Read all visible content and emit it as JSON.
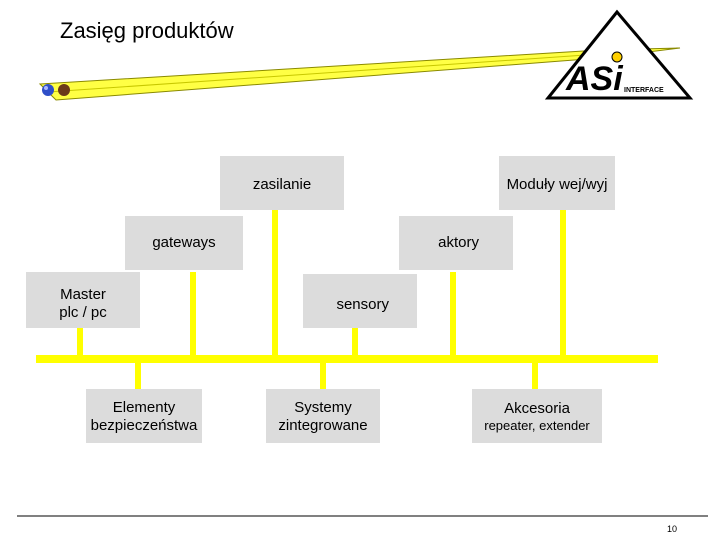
{
  "title": "Zasięg produktów",
  "logo": {
    "text": "ASi",
    "subtext": "INTERFACE"
  },
  "boxes": {
    "zasilanie": "zasilanie",
    "moduly": "Moduły wej/wyj",
    "gateways": "gateways",
    "aktory": "aktory",
    "master_line1": "Master",
    "master_line2": "plc / pc",
    "sensory": "sensory",
    "elementy_line1": "Elementy",
    "elementy_line2": "bezpieczeństwa",
    "systemy_line1": "Systemy",
    "systemy_line2": "zintegrowane",
    "akcesoria_line1": "Akcesoria",
    "akcesoria_line2": "repeater, extender"
  },
  "page_number": "10",
  "colors": {
    "bus": "#ffff00",
    "box": "#dcdcdc",
    "cable": "#ffff44"
  }
}
